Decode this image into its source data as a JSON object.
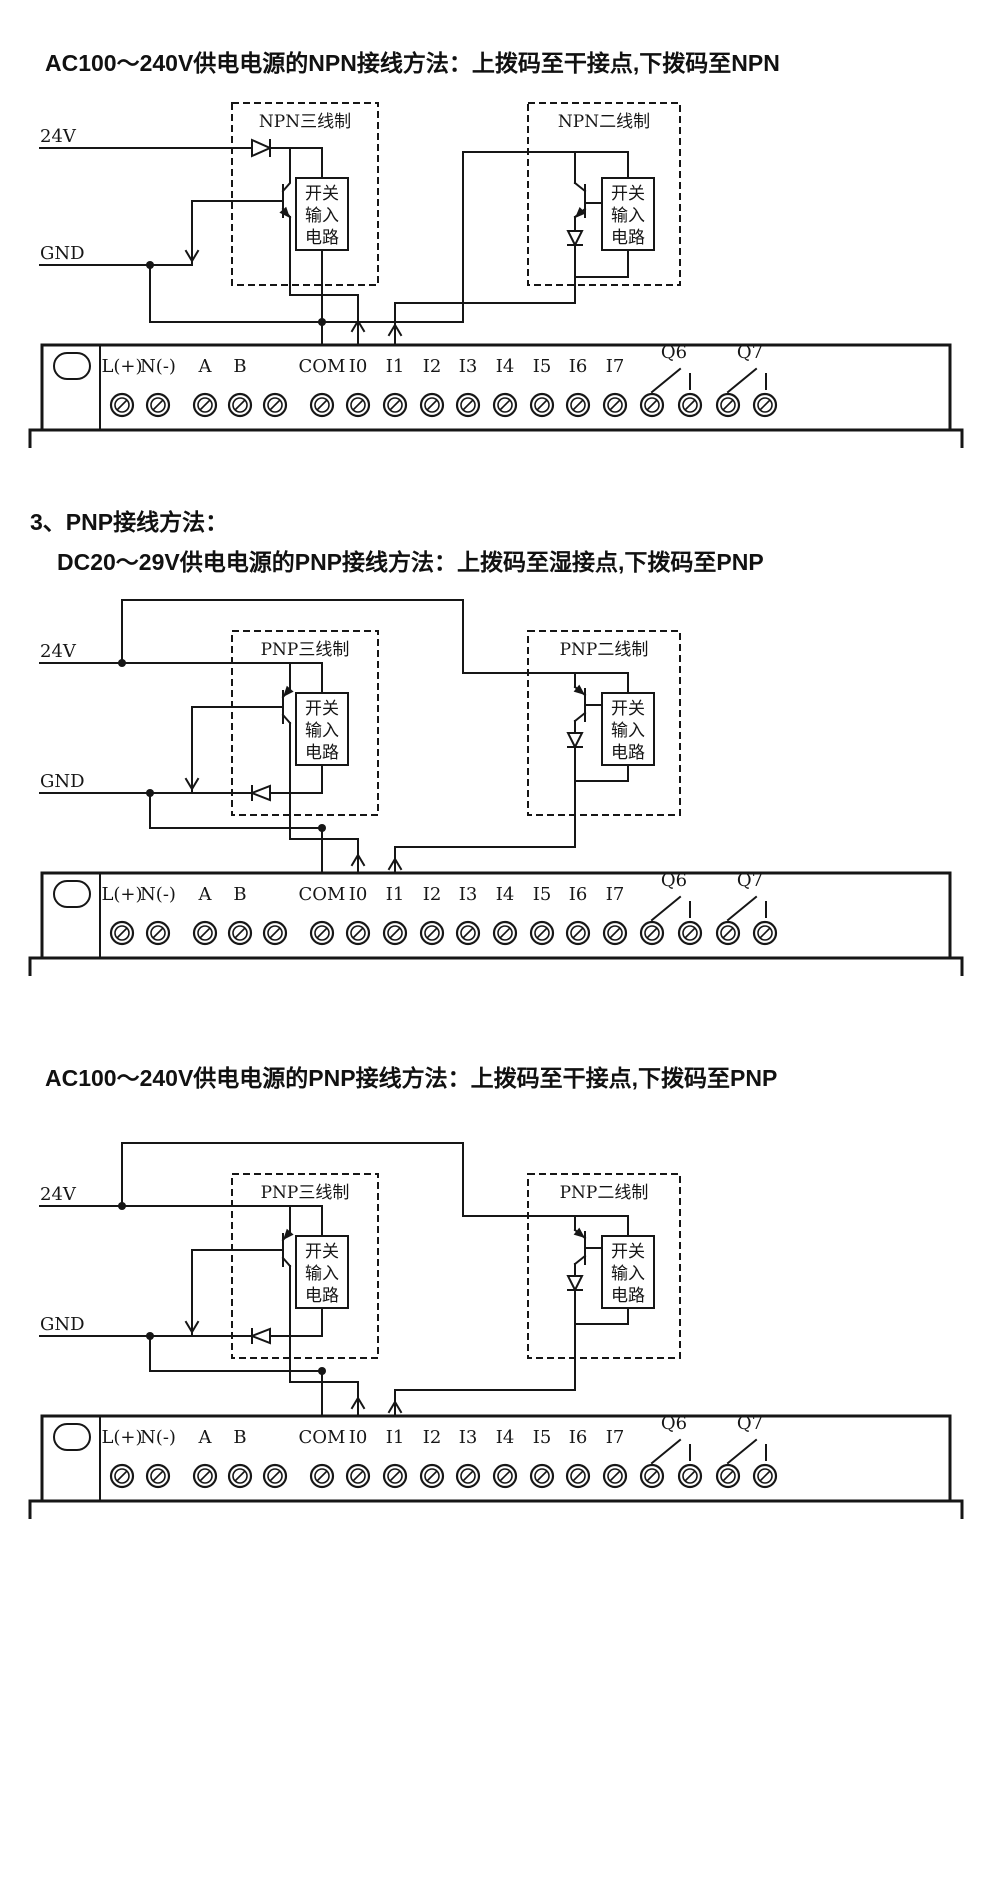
{
  "heading": {
    "text": "3、PNP接线方法："
  },
  "sections": [
    {
      "title": "AC100～240V供电电源的NPN接线方法：上拨码至干接点,下拨码至NPN",
      "rail_top": "24V",
      "rail_bottom": "GND",
      "sensor3_label": "NPN三线制",
      "sensor2_label": "NPN二线制",
      "switch_circuit": [
        "开关",
        "输入",
        "电路"
      ],
      "terminals": [
        "L(+)",
        "N(-)",
        "A",
        "B",
        "COM",
        "I0",
        "I1",
        "I2",
        "I3",
        "I4",
        "I5",
        "I6",
        "I7"
      ],
      "relay_outputs": [
        "Q6",
        "Q7"
      ]
    },
    {
      "title": "DC20～29V供电电源的PNP接线方法：上拨码至湿接点,下拨码至PNP",
      "rail_top": "24V",
      "rail_bottom": "GND",
      "sensor3_label": "PNP三线制",
      "sensor2_label": "PNP二线制",
      "switch_circuit": [
        "开关",
        "输入",
        "电路"
      ],
      "terminals": [
        "L(+)",
        "N(-)",
        "A",
        "B",
        "COM",
        "I0",
        "I1",
        "I2",
        "I3",
        "I4",
        "I5",
        "I6",
        "I7"
      ],
      "relay_outputs": [
        "Q6",
        "Q7"
      ]
    },
    {
      "title": "AC100～240V供电电源的PNP接线方法：上拨码至干接点,下拨码至PNP",
      "rail_top": "24V",
      "rail_bottom": "GND",
      "sensor3_label": "PNP三线制",
      "sensor2_label": "PNP二线制",
      "switch_circuit": [
        "开关",
        "输入",
        "电路"
      ],
      "terminals": [
        "L(+)",
        "N(-)",
        "A",
        "B",
        "COM",
        "I0",
        "I1",
        "I2",
        "I3",
        "I4",
        "I5",
        "I6",
        "I7"
      ],
      "relay_outputs": [
        "Q6",
        "Q7"
      ]
    }
  ]
}
